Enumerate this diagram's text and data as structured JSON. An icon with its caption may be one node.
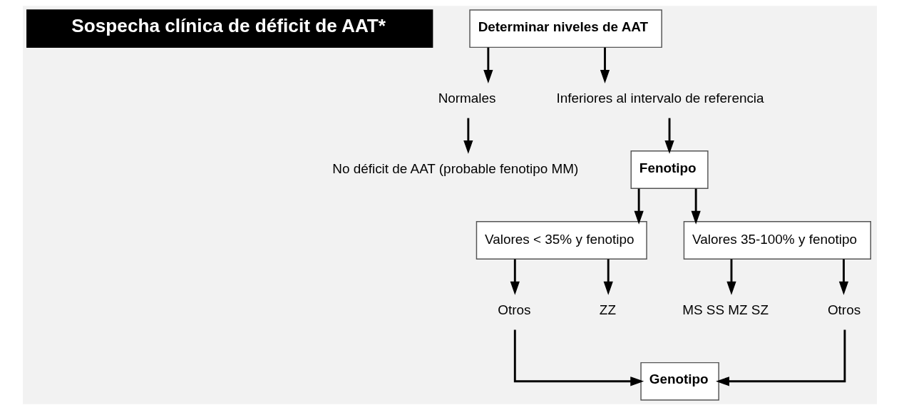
{
  "diagram": {
    "nodes": [
      {
        "text": [
          "Sospecha clínica de déficit de AAT*"
        ]
      },
      {
        "text": [
          "Determinar niveles de AAT"
        ]
      },
      {
        "text": [
          "Normales"
        ]
      },
      {
        "text": [
          "Inferiores al intervalo de referencia"
        ]
      },
      {
        "text": [
          "No déficit de AAT (probable fenotipo MM)"
        ]
      },
      {
        "text": [
          "Fenotipo"
        ]
      },
      {
        "text": [
          "Valores < 35% y fenotipo"
        ]
      },
      {
        "text": [
          "Valores 35-100% y fenotipo"
        ]
      },
      {
        "text": [
          "Otros"
        ]
      },
      {
        "text": [
          "ZZ"
        ]
      },
      {
        "text": [
          "MS SS MZ SZ"
        ]
      },
      {
        "text": [
          "Otros"
        ]
      },
      {
        "text": [
          "Genotipo"
        ]
      }
    ],
    "edges": [
      {
        "from": 1,
        "to": 2,
        "arrow": "to"
      },
      {
        "from": 1,
        "to": 3,
        "arrow": "to"
      },
      {
        "from": 2,
        "to": 4,
        "arrow": "to"
      },
      {
        "from": 3,
        "to": 5,
        "arrow": "to"
      },
      {
        "from": 5,
        "to": 6,
        "arrow": "to"
      },
      {
        "from": 5,
        "to": 7,
        "arrow": "to"
      },
      {
        "from": 6,
        "to": 8,
        "arrow": "to"
      },
      {
        "from": 6,
        "to": 9,
        "arrow": "to"
      },
      {
        "from": 7,
        "to": 10,
        "arrow": "to"
      },
      {
        "from": 7,
        "to": 11,
        "arrow": "to"
      },
      {
        "from": 8,
        "to": 12,
        "arrow": "to"
      },
      {
        "from": 11,
        "to": 12,
        "arrow": "to"
      }
    ]
  }
}
